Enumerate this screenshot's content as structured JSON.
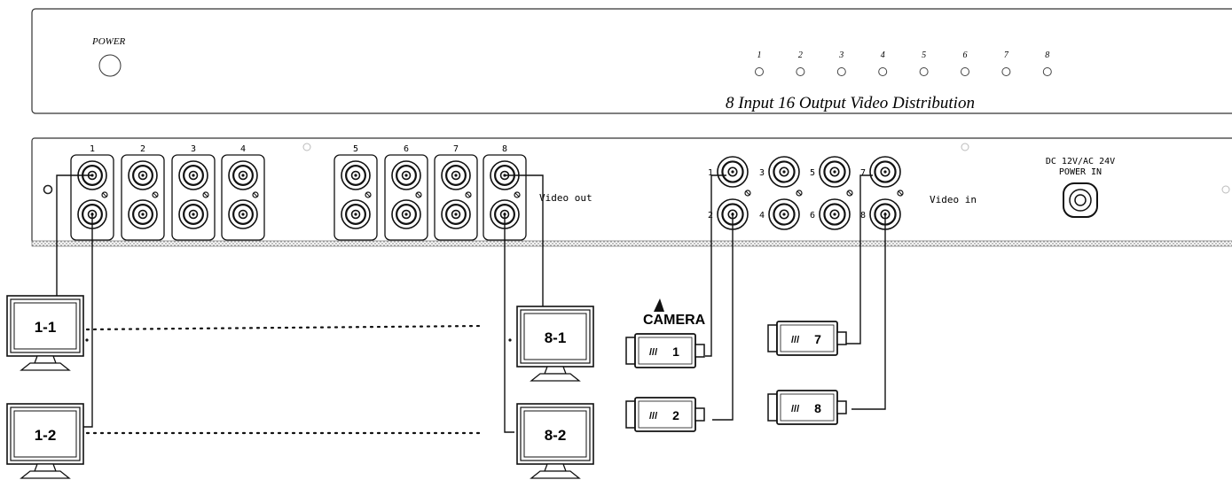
{
  "front_panel": {
    "power_label": "POWER",
    "led_labels": [
      "1",
      "2",
      "3",
      "4",
      "5",
      "6",
      "7",
      "8"
    ],
    "title": "8 Input 16 Output Video Distribution"
  },
  "rear_panel": {
    "out_numbers": [
      "1",
      "2",
      "3",
      "4",
      "5",
      "6",
      "7",
      "8"
    ],
    "video_out_label": "Video out",
    "in_numbers": [
      "1",
      "3",
      "5",
      "7",
      "2",
      "4",
      "6",
      "8"
    ],
    "video_in_label": "Video in",
    "power_in_line1": "DC 12V/AC 24V",
    "power_in_line2": "POWER  IN"
  },
  "monitors": [
    "1-1",
    "1-2",
    "8-1",
    "8-2"
  ],
  "camera_label": "CAMERA",
  "cameras": [
    "1",
    "2",
    "7",
    "8"
  ]
}
